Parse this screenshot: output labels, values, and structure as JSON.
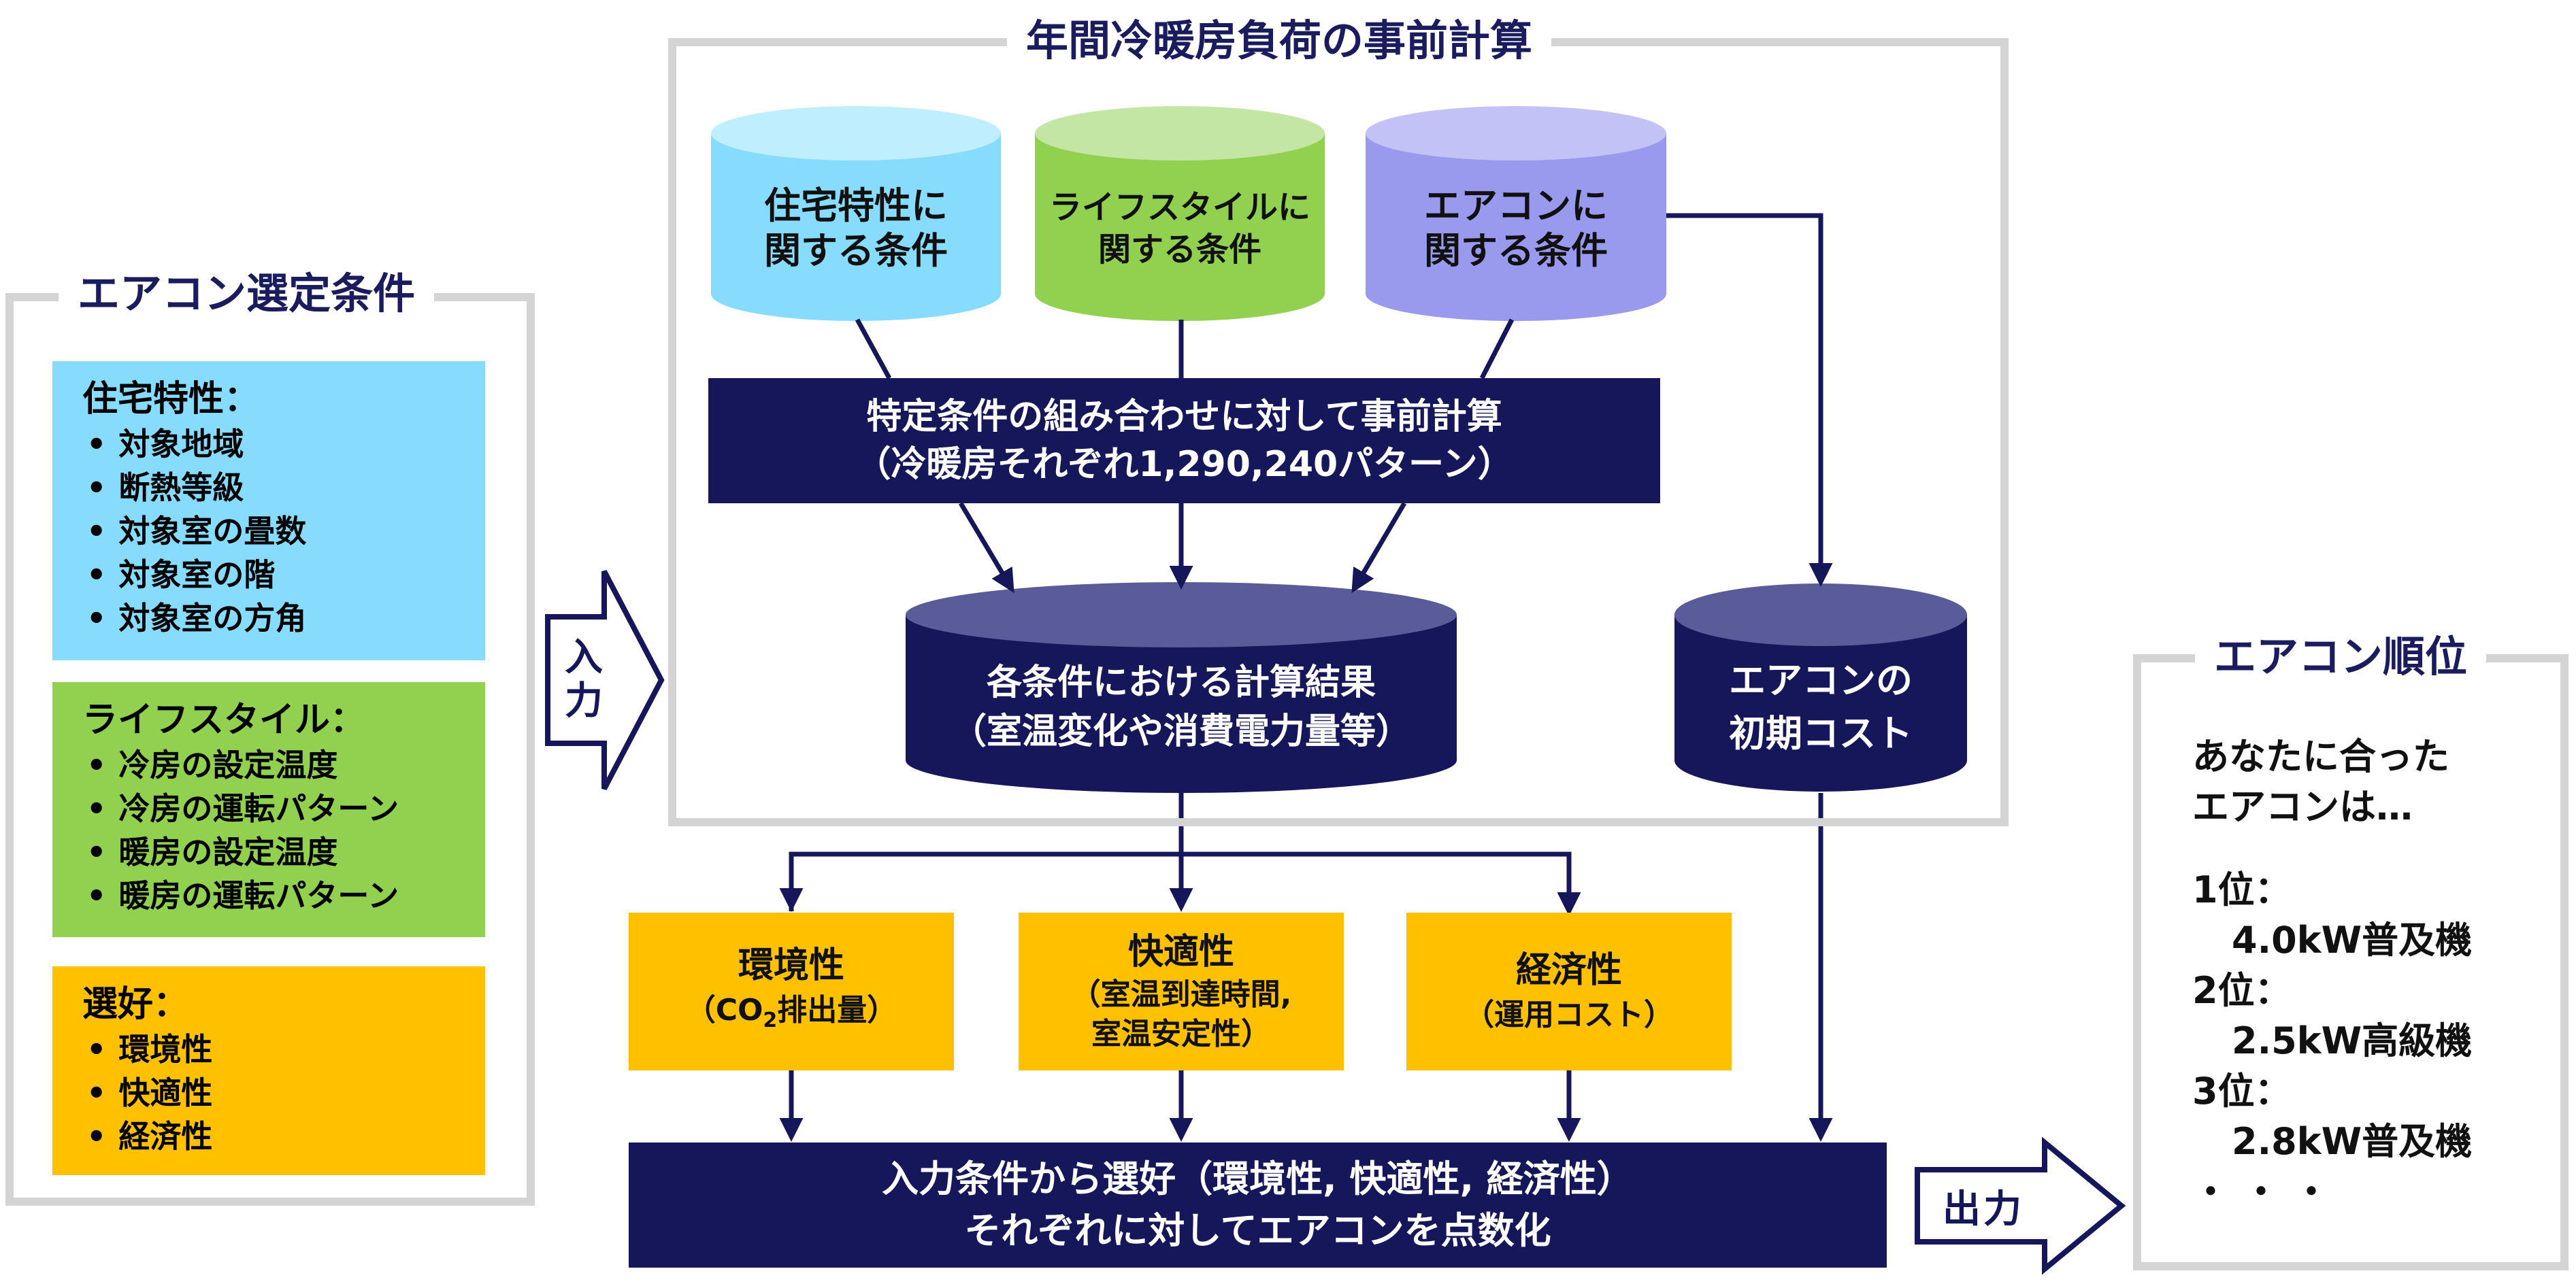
{
  "left_panel": {
    "title": "エアコン選定条件",
    "sections": [
      {
        "title": "住宅特性：",
        "items": [
          "対象地域",
          "断熱等級",
          "対象室の畳数",
          "対象室の階",
          "対象室の方角"
        ],
        "color": "#87dcfd"
      },
      {
        "title": "ライフスタイル：",
        "items": [
          "冷房の設定温度",
          "冷房の運転パターン",
          "暖房の設定温度",
          "暖房の運転パターン"
        ],
        "color": "#92d050"
      },
      {
        "title": "選好：",
        "items": [
          "環境性",
          "快適性",
          "経済性"
        ],
        "color": "#ffc000"
      }
    ]
  },
  "input_arrow_label": "入力",
  "precalc_panel": {
    "title": "年間冷暖房負荷の事前計算",
    "databases": [
      {
        "lines": [
          "住宅特性に",
          "関する条件"
        ],
        "color": "#87dcfd"
      },
      {
        "lines": [
          "ライフスタイルに",
          "関する条件"
        ],
        "color": "#92d050"
      },
      {
        "lines": [
          "エアコンに",
          "関する条件"
        ],
        "color": "#9999ee"
      }
    ],
    "calc_box": {
      "line1": "特定条件の組み合わせに対して事前計算",
      "line2": "（冷暖房それぞれ1,290,240パターン）"
    },
    "results_db": {
      "line1": "各条件における計算結果",
      "line2": "（室温変化や消費電力量等）"
    }
  },
  "cost_db": {
    "line1": "エアコンの",
    "line2": "初期コスト"
  },
  "metrics": [
    {
      "label": "環境性",
      "sub_prefix": "（CO",
      "sub_subscript": "2",
      "sub_suffix": "排出量）"
    },
    {
      "label": "快適性",
      "sub1": "（室温到達時間,",
      "sub2": "室温安定性）"
    },
    {
      "label": "経済性",
      "sub": "（運用コスト）"
    }
  ],
  "scoring_box": {
    "line1": "入力条件から選好（環境性, 快適性, 経済性）",
    "line2": "それぞれに対してエアコンを点数化"
  },
  "output_arrow_label": "出力",
  "ranking_panel": {
    "title": "エアコン順位",
    "intro1": "あなたに合った",
    "intro2": "エアコンは…",
    "ranks": [
      {
        "rank": "1位：",
        "model": "4.0kW普及機"
      },
      {
        "rank": "2位：",
        "model": "2.5kW高級機"
      },
      {
        "rank": "3位：",
        "model": "2.8kW普及機"
      }
    ],
    "ellipsis": "・・・"
  },
  "colors": {
    "navy": "#15175a",
    "cyan": "#87dcfd",
    "green": "#92d050",
    "lavender": "#9999ee",
    "yellow": "#ffc000",
    "frame_gray": "#d4d4d4"
  }
}
